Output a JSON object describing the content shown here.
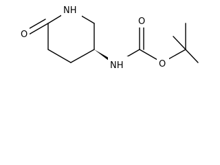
{
  "molecule": {
    "atoms": {
      "oxygen_carbonyl_ring": "O",
      "nitrogen_ring": "NH",
      "nitrogen_carbamate": "NH",
      "oxygen_carbonyl_carbamate": "O",
      "oxygen_ester": "O"
    },
    "stereocenter": "wedge-bond",
    "color": "#000000"
  }
}
